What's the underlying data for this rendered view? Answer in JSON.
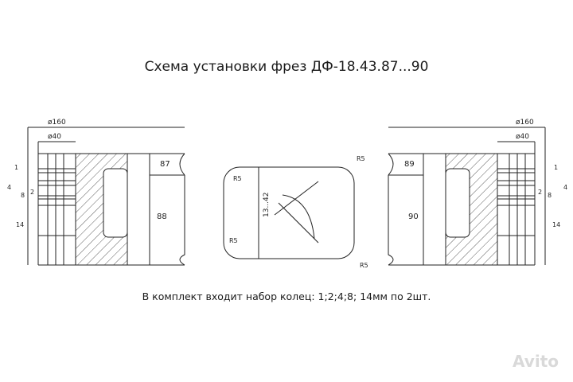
{
  "title": "Схема установки фрез ДФ-18.43.87...90",
  "note": "В комплект входит набор колец: 1;2;4;8; 14мм по 2шт.",
  "left_tool": {
    "dim_outer": "ø160",
    "dim_inner": "ø40",
    "cutter_top": "87",
    "cutter_bottom": "88",
    "ring_1": "1",
    "ring_4": "4",
    "ring_8": "8",
    "ring_2": "2",
    "ring_14": "14"
  },
  "right_tool": {
    "dim_outer": "ø160",
    "dim_inner": "ø40",
    "cutter_top": "89",
    "cutter_bottom": "90",
    "ring_1": "1",
    "ring_4": "4",
    "ring_8": "8",
    "ring_2": "2",
    "ring_14": "14"
  },
  "profile": {
    "radius_tl": "R5",
    "radius_tr": "R5",
    "radius_bl": "R5",
    "radius_br": "R5",
    "height": "13...42"
  },
  "watermark": "Avito"
}
